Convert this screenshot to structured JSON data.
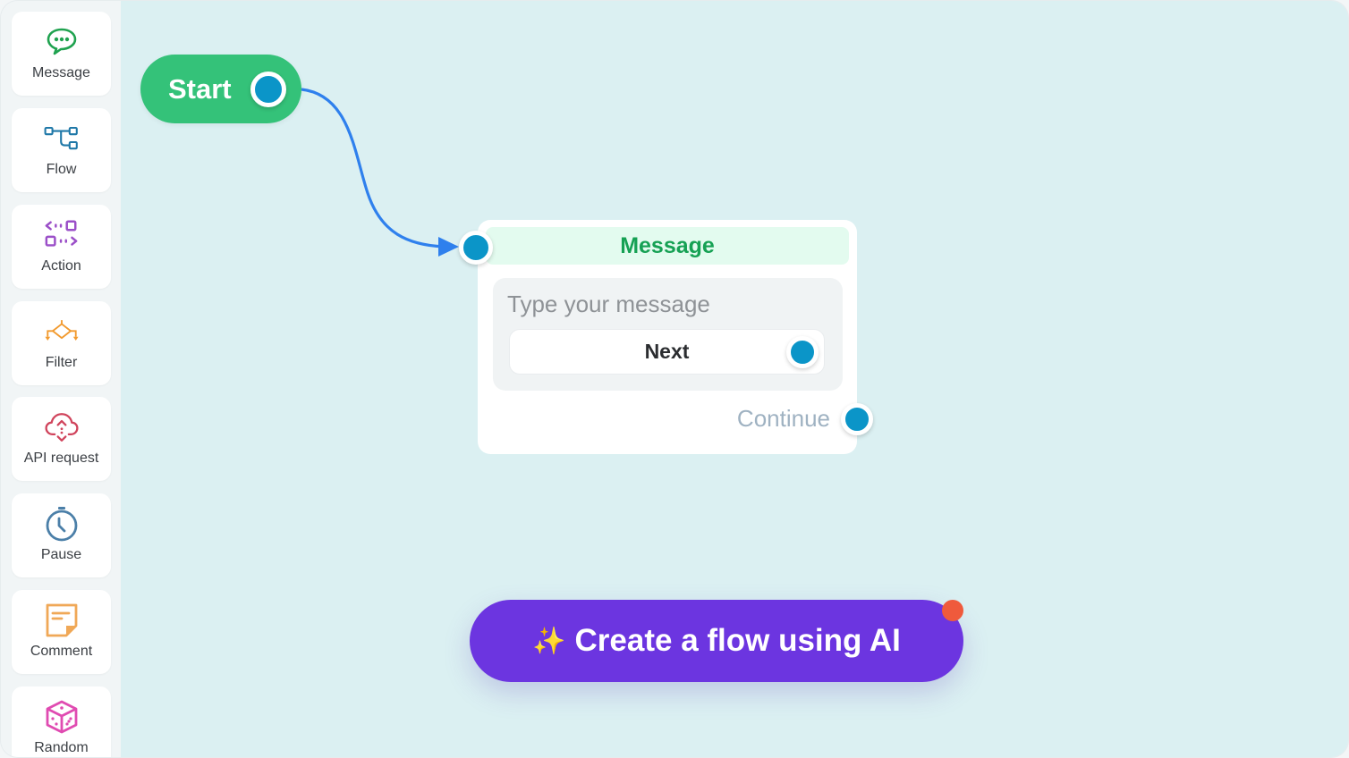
{
  "sidebar": {
    "items": [
      {
        "label": "Message",
        "icon": "chat-bubble-icon",
        "color": "#1fa24f"
      },
      {
        "label": "Flow",
        "icon": "flow-tree-icon",
        "color": "#1f78a8"
      },
      {
        "label": "Action",
        "icon": "action-code-icon",
        "color": "#9b4fc8"
      },
      {
        "label": "Filter",
        "icon": "filter-branch-icon",
        "color": "#f29a2e"
      },
      {
        "label": "API request",
        "icon": "cloud-transfer-icon",
        "color": "#d0445c"
      },
      {
        "label": "Pause",
        "icon": "stopwatch-icon",
        "color": "#4b7fa8"
      },
      {
        "label": "Comment",
        "icon": "sticky-note-icon",
        "color": "#f0a857"
      },
      {
        "label": "Random",
        "icon": "dice-icon",
        "color": "#e04bb1"
      }
    ]
  },
  "canvas": {
    "start_node": {
      "label": "Start",
      "color": "#34c279"
    },
    "edge_color": "#2f80ed",
    "message_node": {
      "title": "Message",
      "placeholder": "Type your message",
      "button_label": "Next",
      "continue_label": "Continue"
    },
    "ai_button": {
      "label": "Create a flow using AI",
      "sparkle": "✨",
      "color": "#6c35e0",
      "badge_color": "#ef5a3c"
    }
  }
}
